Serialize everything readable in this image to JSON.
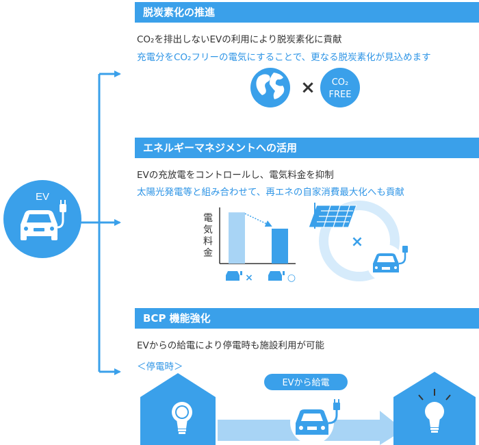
{
  "ev_label": "EV",
  "sections": [
    {
      "title": "脱炭素化の推進",
      "line1": "CO₂を排出しないEVの利用により脱炭素化に貢献",
      "line2": "充電分をCO₂フリーの電気にすることで、更なる脱炭素化が見込めます"
    },
    {
      "title": "エネルギーマネジメントへの活用",
      "line1": "EVの充放電をコントロールし、電気料金を抑制",
      "line2": "太陽光発電等と組み合わせて、再エネの自家消費最大化へも貢献"
    },
    {
      "title": "BCP 機能強化",
      "line1": "EVからの給電により停電時も施設利用が可能",
      "line2": "＜停電時＞"
    }
  ],
  "co2_badge": {
    "line1": "CO₂",
    "line2": "FREE"
  },
  "multiply_symbol": "×",
  "chart_data": {
    "type": "bar",
    "ylabel": "電気料金",
    "categories": [
      "×",
      "○"
    ],
    "values": [
      0.88,
      0.6
    ],
    "ylim": [
      0,
      1
    ]
  },
  "supply_label": "EVから給電",
  "colors": {
    "primary": "#3aa0ea",
    "light": "#a8d4f5",
    "pale": "#d6ebfb",
    "text": "#333333"
  }
}
